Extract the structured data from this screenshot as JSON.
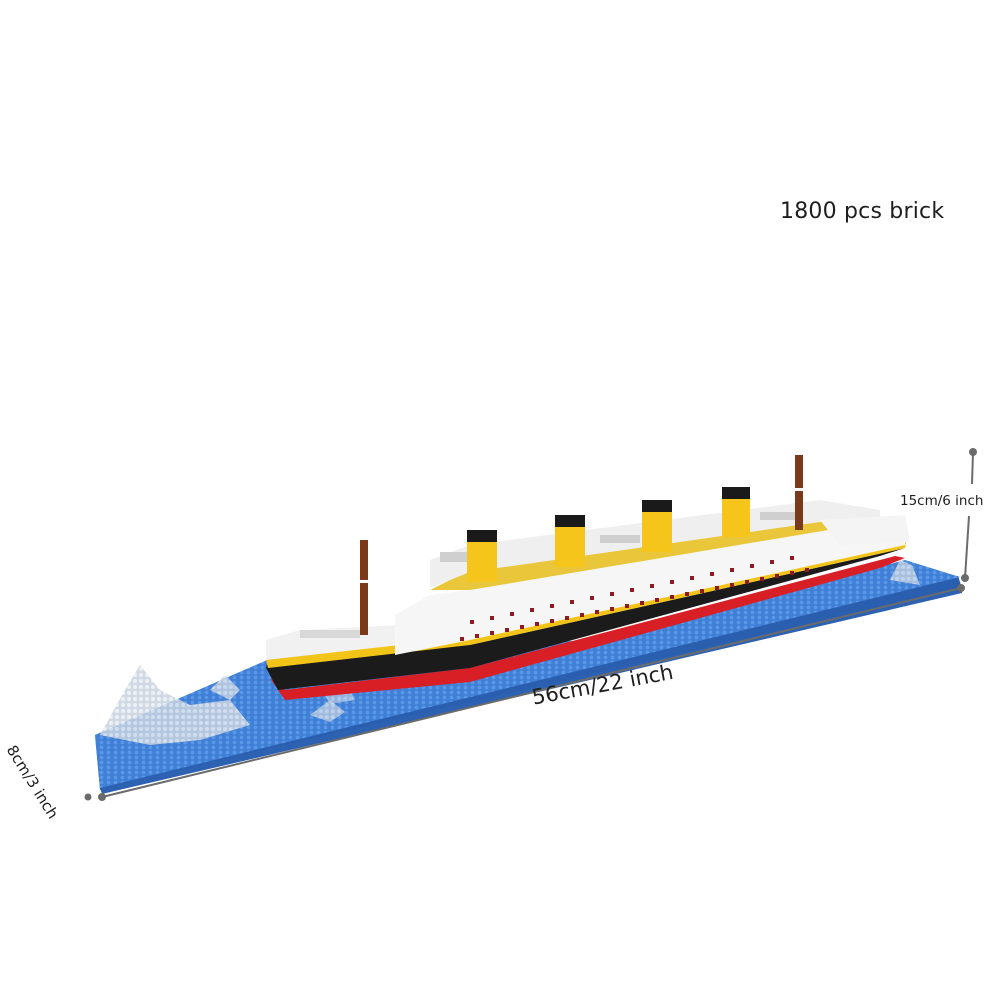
{
  "product": {
    "piece_count_label": "1800 pcs brick",
    "subject": "ship-on-water-brick-model"
  },
  "dimensions": {
    "height_label": "15cm/6 inch",
    "length_label": "56cm/22 inch",
    "width_label": "8cm/3 inch"
  },
  "colors": {
    "background": "#ffffff",
    "water": "#3f7fd6",
    "water_dark": "#2a5fb0",
    "hull_black": "#1b1b1b",
    "hull_red": "#d81f26",
    "deck_white": "#f4f4f4",
    "trim_yellow": "#f2c418",
    "funnel_yellow": "#f5c51c",
    "funnel_top": "#1a1a1a",
    "mast_brown": "#7a3a1a",
    "window_red": "#8e1a22",
    "dimension_line": "#6b6b6b"
  }
}
